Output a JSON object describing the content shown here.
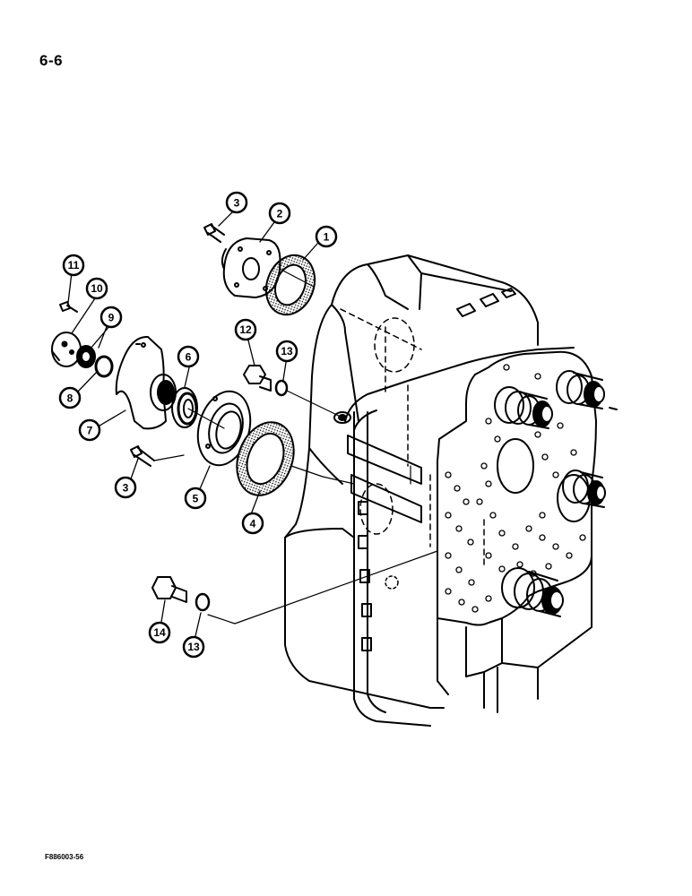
{
  "page": {
    "number": "6-6",
    "figure_code": "F886003-56"
  },
  "callouts": [
    "1",
    "2",
    "3",
    "3",
    "4",
    "5",
    "6",
    "7",
    "8",
    "9",
    "10",
    "11",
    "12",
    "13",
    "13",
    "14"
  ]
}
